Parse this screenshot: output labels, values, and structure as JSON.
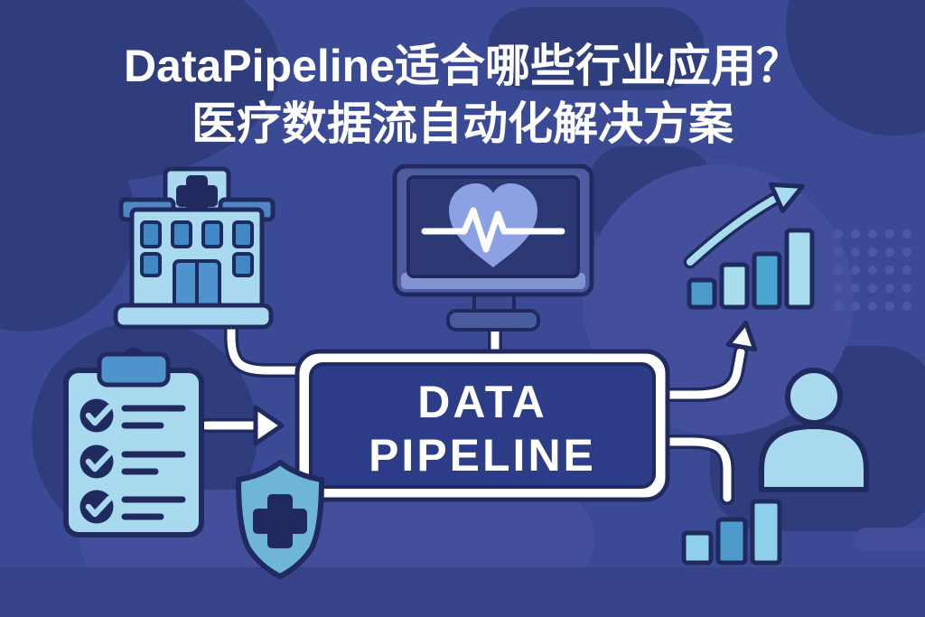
{
  "title": {
    "line1": "DataPipeline适合哪些行业应用？",
    "line2": "医疗数据流自动化解决方案"
  },
  "pipeline_box": {
    "line1": "DATA",
    "line2": "PIPELINE"
  },
  "icons": {
    "hospital": "hospital-building-icon",
    "monitor": "heart-rate-monitor-icon",
    "growth_chart": "rising-bar-chart-arrow-icon",
    "clipboard": "checklist-clipboard-icon",
    "shield": "medical-shield-cross-icon",
    "person": "user-person-icon",
    "small_bar_chart": "small-bar-chart-icon",
    "dot_grid": "dot-grid-pattern"
  },
  "colors": {
    "background": "#3b4a94",
    "blob_dark": "#2f3d7d",
    "blob_light": "#434f9b",
    "outline_navy": "#202a5e",
    "light_blue": "#a9d9ef",
    "medium_blue": "#4f93cc",
    "shield_blue": "#6fb5da",
    "heart_periwinkle": "#8ba1e3",
    "monitor_frame": "#4e5ca2",
    "monitor_bezel": "#8094d2",
    "screen_navy": "#2b3874",
    "box_fill": "#2d3c86",
    "white": "#ffffff"
  }
}
